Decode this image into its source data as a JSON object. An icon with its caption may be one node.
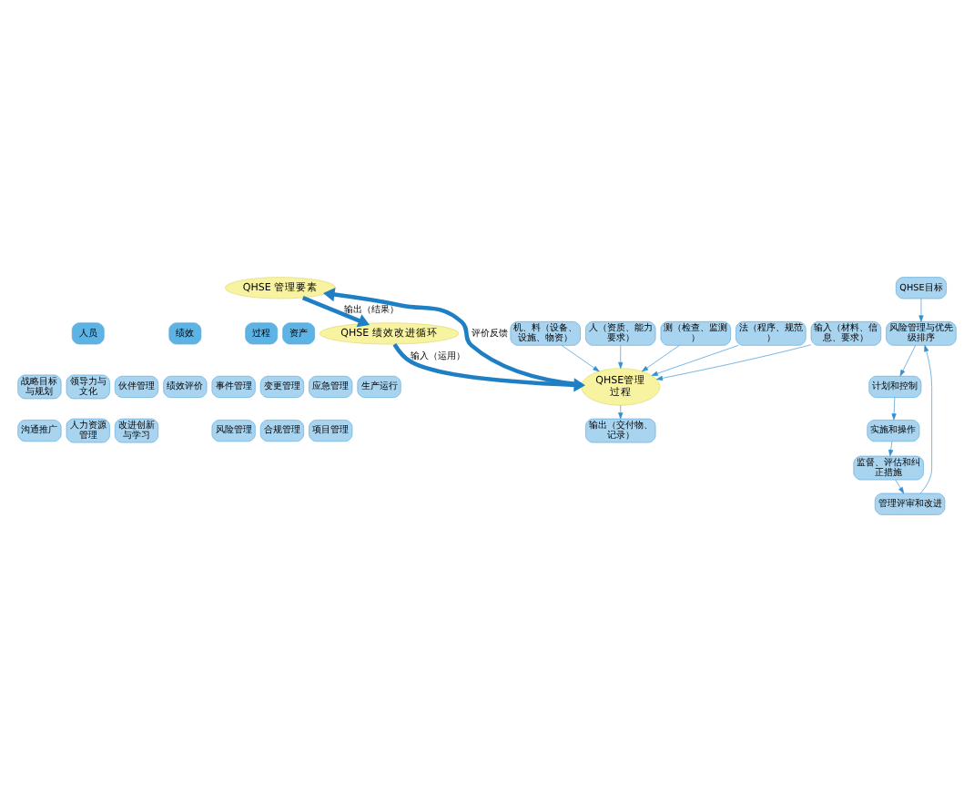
{
  "diagram": {
    "nodes": [
      {
        "text": [
          "QHSE 管理要素"
        ]
      },
      {
        "text": [
          "人员"
        ]
      },
      {
        "text": [
          "绩效"
        ]
      },
      {
        "text": [
          "过程"
        ]
      },
      {
        "text": [
          "资产"
        ]
      },
      {
        "text": [
          "战略目标与规划"
        ]
      },
      {
        "text": [
          "领导力与文化"
        ]
      },
      {
        "text": [
          "沟通推广"
        ]
      },
      {
        "text": [
          "伙伴管理"
        ]
      },
      {
        "text": [
          "绩效评价"
        ]
      },
      {
        "text": [
          "改进创新与学习"
        ]
      },
      {
        "text": [
          "事件管理"
        ]
      },
      {
        "text": [
          "变更管理"
        ]
      },
      {
        "text": [
          "风险管理"
        ]
      },
      {
        "text": [
          "合规管理"
        ]
      },
      {
        "text": [
          "应急管理"
        ]
      },
      {
        "text": [
          "生产运行"
        ]
      },
      {
        "text": [
          "项目管理"
        ]
      },
      {
        "text": [
          "人力资源管理"
        ]
      },
      {
        "text": [
          "QHSE目标"
        ]
      },
      {
        "text": [
          "QHSE 绩效改进循环"
        ]
      },
      {
        "text": [
          "风险管理与优先级排序"
        ]
      },
      {
        "text": [
          "计划和控制"
        ]
      },
      {
        "text": [
          "实施和操作"
        ]
      },
      {
        "text": [
          "监督、评估和纠正措施"
        ]
      },
      {
        "text": [
          "管理评审和改进"
        ]
      },
      {
        "text": [
          "QHSE管理过程"
        ]
      },
      {
        "text": [
          "机、料（设备、设施、物资）"
        ]
      },
      {
        "text": [
          "人（资质、能力要求）"
        ]
      },
      {
        "text": [
          "输出（交付物、记录）"
        ]
      },
      {
        "text": [
          "测（检查、监测）"
        ]
      },
      {
        "text": [
          "法（程序、规范）"
        ]
      },
      {
        "text": [
          "输入（材料、信息、要求）"
        ]
      }
    ],
    "edges": [
      {
        "from": 0,
        "to": 20,
        "arrow": "to",
        "label": "输出（结果）",
        "style": "thick"
      },
      {
        "from": 20,
        "to": 26,
        "arrow": "to",
        "label": "输入（运用）",
        "style": "thick"
      },
      {
        "from": 26,
        "to": 0,
        "arrow": "to",
        "label": "评价反馈",
        "style": "thick"
      },
      {
        "from": 19,
        "to": 21,
        "arrow": "to"
      },
      {
        "from": 21,
        "to": 22,
        "arrow": "to"
      },
      {
        "from": 22,
        "to": 23,
        "arrow": "to"
      },
      {
        "from": 23,
        "to": 24,
        "arrow": "to"
      },
      {
        "from": 24,
        "to": 25,
        "arrow": "to"
      },
      {
        "from": 25,
        "to": 21,
        "arrow": "to"
      },
      {
        "from": 27,
        "to": 26,
        "arrow": "to"
      },
      {
        "from": 28,
        "to": 26,
        "arrow": "to"
      },
      {
        "from": 30,
        "to": 26,
        "arrow": "to"
      },
      {
        "from": 31,
        "to": 26,
        "arrow": "to"
      },
      {
        "from": 32,
        "to": 26,
        "arrow": "to"
      },
      {
        "from": 26,
        "to": 29,
        "arrow": "to"
      }
    ]
  }
}
